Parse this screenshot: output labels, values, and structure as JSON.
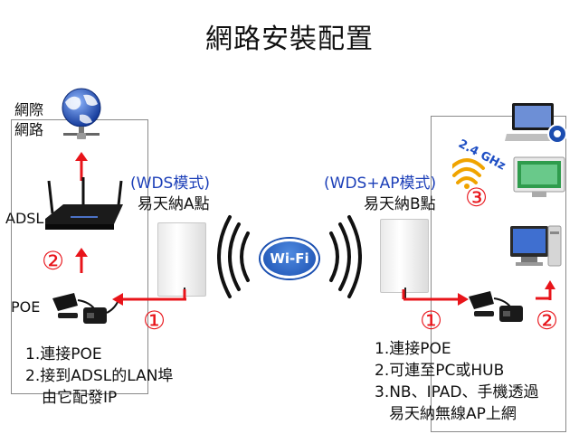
{
  "title": "網路安裝配置",
  "left": {
    "internet_label_line1": "網際",
    "internet_label_line2": "網路",
    "adsl_label": "ADSL",
    "poe_label": "POE",
    "mode": "(WDS模式)",
    "node_name": "易天納A點",
    "circled_one": "①",
    "circled_two": "②",
    "steps": [
      "1.連接POE",
      "2.接到ADSL的LAN埠",
      "由它配發IP"
    ]
  },
  "center": {
    "wifi_label": "Wi-Fi"
  },
  "right": {
    "mode": "(WDS+AP模式)",
    "node_name": "易天納B點",
    "freq_label": "2.4 GHz",
    "circled_one": "①",
    "circled_two": "②",
    "circled_three": "③",
    "steps": [
      "1.連接POE",
      "2.可連至PC或HUB",
      "3.NB、IPAD、手機透過",
      "易天納無線AP上網"
    ]
  },
  "colors": {
    "accent_red": "#e8141a",
    "mode_blue": "#1c3fb8",
    "frame_gray": "#8a8a8a"
  }
}
